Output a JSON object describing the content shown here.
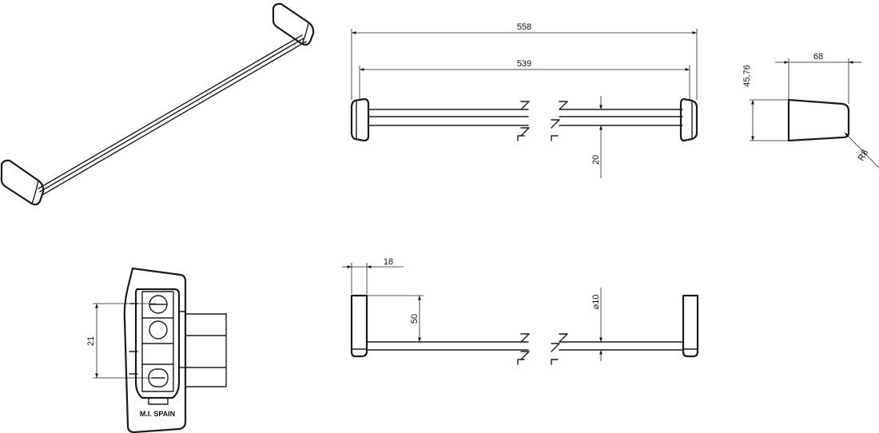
{
  "dimensions": {
    "overall_length": "558",
    "inner_length": "539",
    "rod_offset": "20",
    "bracket_depth": "68",
    "bracket_height": "45,76",
    "corner_radius": "R8",
    "bracket_thickness": "18",
    "rod_height": "50",
    "rod_diameter": "⌀10",
    "hole_spacing": "21"
  },
  "stamp": "M.I. SPAIN"
}
